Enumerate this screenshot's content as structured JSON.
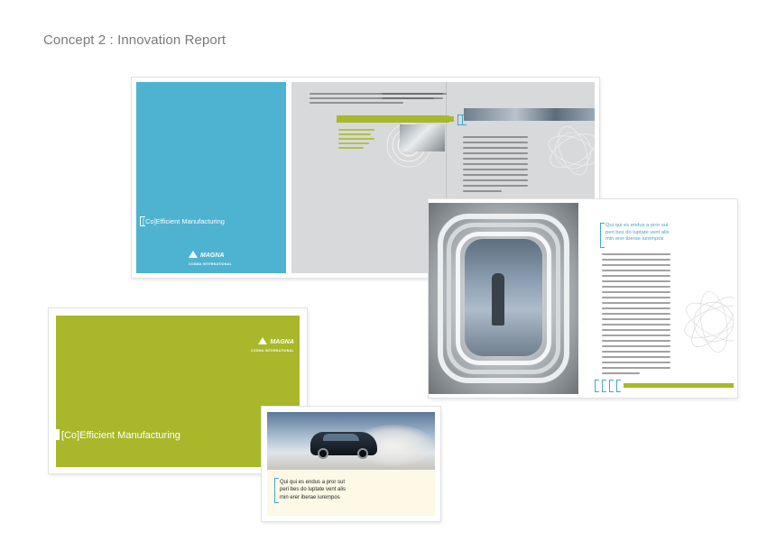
{
  "page": {
    "title": "Concept 2 : Innovation Report"
  },
  "colors": {
    "cyan_cover": "#4db3d0",
    "green_cover": "#a8b82a",
    "accent_blue": "#46a6c4",
    "spread_gray": "#d8d9da"
  },
  "cyan_cover": {
    "bracket_word": "Co",
    "title_rest": "Efficient Manufacturing",
    "logo": "MAGNA",
    "logo_sub": "COSMA INTERNATIONAL"
  },
  "green_cover": {
    "bracket_word": "Co",
    "title_rest": "Efficient Manufacturing",
    "logo": "MAGNA",
    "logo_sub": "COSMA INTERNATIONAL"
  },
  "right_spread": {
    "pull_quote": [
      "Qui qui es endus a pror sut",
      "peri bes do luptate vent alis",
      "min erer iberae iurempos"
    ]
  },
  "car_page": {
    "pull_quote": [
      "Qui qui es endus a pror sut",
      "peri bes do luptate vent alis",
      "min erer iberae iurempos"
    ]
  }
}
